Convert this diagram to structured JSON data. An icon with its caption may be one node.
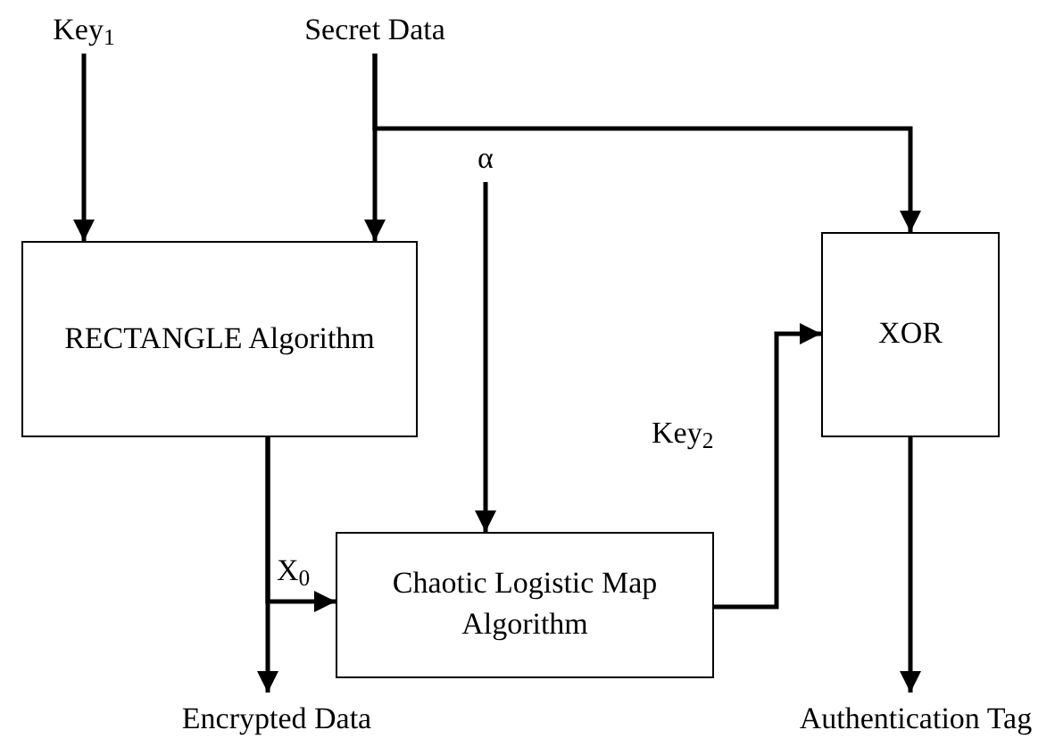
{
  "diagram": {
    "nodes": [
      {
        "text": [
          "Key$_{1}$"
        ]
      },
      {
        "text": [
          "Secret Data"
        ]
      },
      {
        "text": [
          "RECTANGLE Algorithm"
        ]
      },
      {
        "text": [
          "XOR"
        ]
      },
      {
        "text": [
          "α"
        ]
      },
      {
        "text": [
          "Chaotic Logistic Map Algorithm"
        ]
      },
      {
        "text": [
          "Encrypted Data"
        ]
      },
      {
        "text": [
          "Authentication Tag"
        ]
      }
    ],
    "edges": [
      {
        "from": 0,
        "to": 2,
        "arrow": "to"
      },
      {
        "from": 1,
        "to": 2,
        "arrow": "to"
      },
      {
        "from": 1,
        "to": 3,
        "arrow": "to"
      },
      {
        "from": 2,
        "to": 6,
        "arrow": "to"
      },
      {
        "from": 2,
        "to": 5,
        "arrow": "to",
        "label": "X$_{0}$"
      },
      {
        "from": 4,
        "to": 5,
        "arrow": "to"
      },
      {
        "from": 5,
        "to": 3,
        "arrow": "to",
        "label": "Key$_{2}$"
      },
      {
        "from": 3,
        "to": 7,
        "arrow": "to"
      }
    ]
  }
}
